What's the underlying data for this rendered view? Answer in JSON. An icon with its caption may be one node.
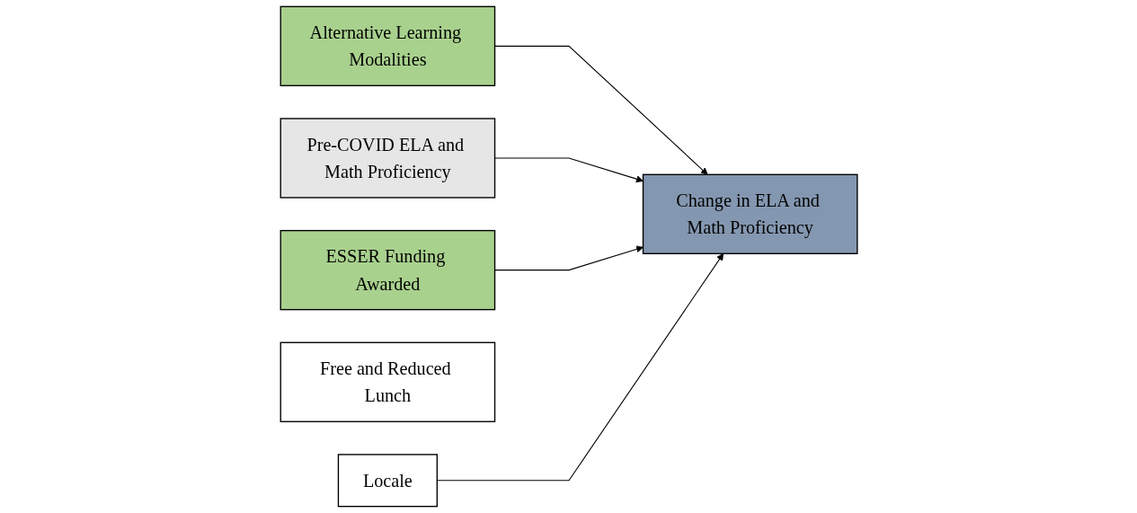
{
  "diagram": {
    "nodes": [
      {
        "text": [
          "Pre-COVID ELA and Math Proficiency"
        ]
      },
      {
        "text": [
          "Alternative Learning Modalities"
        ]
      },
      {
        "text": [
          "ESSER Funding Awarded"
        ]
      },
      {
        "text": [
          "Free and Reduced Lunch"
        ]
      },
      {
        "text": [
          "Locale"
        ]
      },
      {
        "text": [
          "Change in ELA and Math Proficiency"
        ]
      }
    ],
    "edges": [
      {
        "from": 1,
        "to": 5,
        "arrow": "to"
      },
      {
        "from": 0,
        "to": 5,
        "arrow": "to"
      },
      {
        "from": 2,
        "to": 5,
        "arrow": "to"
      },
      {
        "from": 4,
        "to": 5,
        "arrow": "to"
      }
    ]
  }
}
